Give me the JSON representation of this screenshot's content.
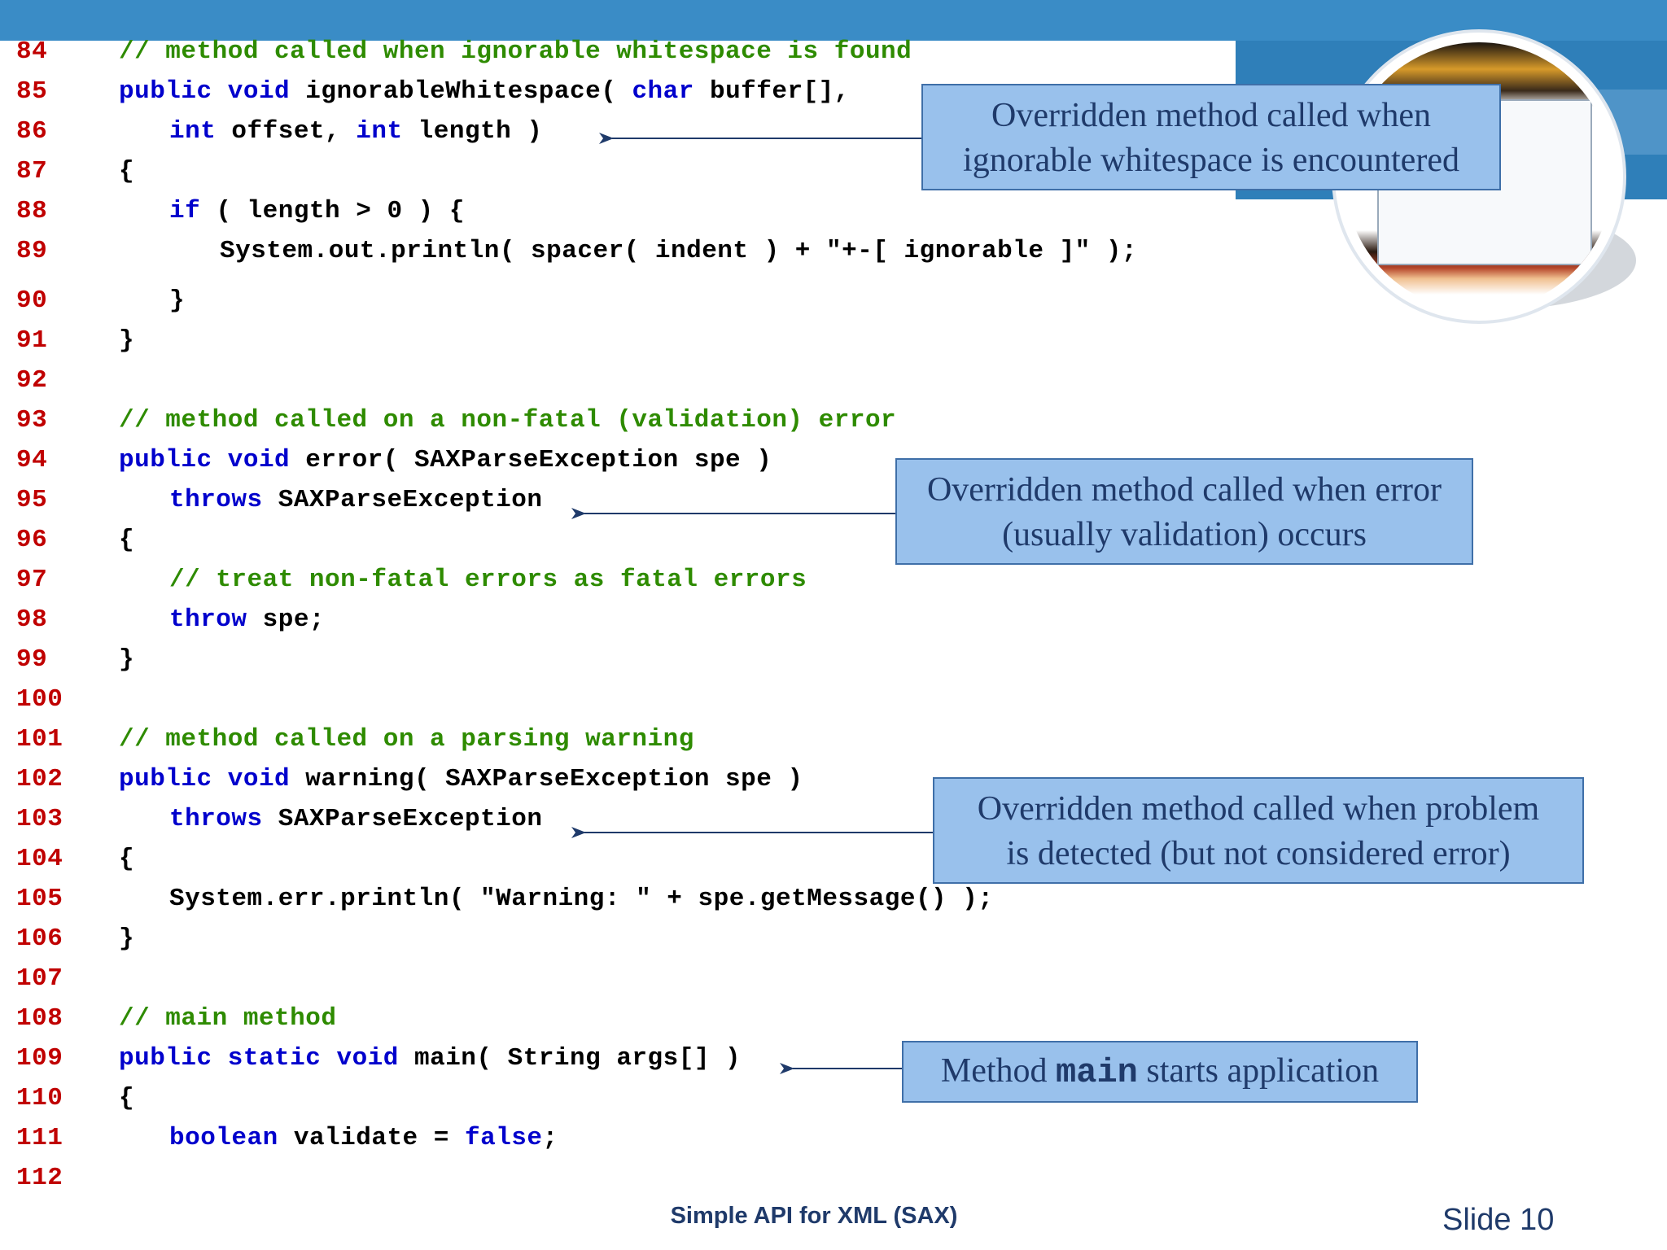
{
  "slide": {
    "footer_title": "Simple API for XML (SAX)",
    "slide_number": "Slide 10"
  },
  "code_lines": [
    {
      "n": "84",
      "indent": 0,
      "tokens": [
        {
          "t": "// method called when ignorable whitespace is found",
          "c": "cm"
        }
      ]
    },
    {
      "n": "85",
      "indent": 0,
      "tokens": [
        {
          "t": "public",
          "c": "kw"
        },
        {
          "t": " ",
          "c": "tx"
        },
        {
          "t": "void",
          "c": "kw"
        },
        {
          "t": " ignorableWhitespace( ",
          "c": "tx"
        },
        {
          "t": "char",
          "c": "kw"
        },
        {
          "t": " buffer[],",
          "c": "tx"
        }
      ]
    },
    {
      "n": "86",
      "indent": 1,
      "tokens": [
        {
          "t": "int",
          "c": "kw"
        },
        {
          "t": " offset, ",
          "c": "tx"
        },
        {
          "t": "int",
          "c": "kw"
        },
        {
          "t": " length )",
          "c": "tx"
        }
      ]
    },
    {
      "n": "87",
      "indent": 0,
      "tokens": [
        {
          "t": "{",
          "c": "tx"
        }
      ]
    },
    {
      "n": "88",
      "indent": 1,
      "tokens": [
        {
          "t": "if",
          "c": "kw"
        },
        {
          "t": " ( length > 0 ) {",
          "c": "tx"
        }
      ]
    },
    {
      "n": "89",
      "indent": 2,
      "tokens": [
        {
          "t": "System.out.println( spacer( indent ) + \"+-[ ignorable ]\" );",
          "c": "tx"
        }
      ]
    },
    {
      "n": "90",
      "indent": 1,
      "tokens": [
        {
          "t": "}",
          "c": "tx"
        }
      ]
    },
    {
      "n": "91",
      "indent": 0,
      "tokens": [
        {
          "t": "}",
          "c": "tx"
        }
      ]
    },
    {
      "n": "92",
      "indent": 0,
      "tokens": []
    },
    {
      "n": "93",
      "indent": 0,
      "tokens": [
        {
          "t": "// method called on a non-fatal (validation) error",
          "c": "cm"
        }
      ]
    },
    {
      "n": "94",
      "indent": 0,
      "tokens": [
        {
          "t": "public",
          "c": "kw"
        },
        {
          "t": " ",
          "c": "tx"
        },
        {
          "t": "void",
          "c": "kw"
        },
        {
          "t": " error( SAXParseException spe )",
          "c": "tx"
        }
      ]
    },
    {
      "n": "95",
      "indent": 1,
      "tokens": [
        {
          "t": "throws",
          "c": "kw"
        },
        {
          "t": " SAXParseException",
          "c": "tx"
        }
      ]
    },
    {
      "n": "96",
      "indent": 0,
      "tokens": [
        {
          "t": "{",
          "c": "tx"
        }
      ]
    },
    {
      "n": "97",
      "indent": 1,
      "tokens": [
        {
          "t": "// treat non-fatal errors as fatal errors",
          "c": "cm"
        }
      ]
    },
    {
      "n": "98",
      "indent": 1,
      "tokens": [
        {
          "t": "throw",
          "c": "kw"
        },
        {
          "t": " spe;",
          "c": "tx"
        }
      ]
    },
    {
      "n": "99",
      "indent": 0,
      "tokens": [
        {
          "t": "}",
          "c": "tx"
        }
      ]
    },
    {
      "n": "100",
      "indent": 0,
      "tokens": []
    },
    {
      "n": "101",
      "indent": 0,
      "tokens": [
        {
          "t": "// method called on a parsing warning",
          "c": "cm"
        }
      ]
    },
    {
      "n": "102",
      "indent": 0,
      "tokens": [
        {
          "t": "public",
          "c": "kw"
        },
        {
          "t": " ",
          "c": "tx"
        },
        {
          "t": "void",
          "c": "kw"
        },
        {
          "t": " warning( SAXParseException spe )",
          "c": "tx"
        }
      ]
    },
    {
      "n": "103",
      "indent": 1,
      "tokens": [
        {
          "t": "throws",
          "c": "kw"
        },
        {
          "t": " SAXParseException",
          "c": "tx"
        }
      ]
    },
    {
      "n": "104",
      "indent": 0,
      "tokens": [
        {
          "t": "{",
          "c": "tx"
        }
      ]
    },
    {
      "n": "105",
      "indent": 1,
      "tokens": [
        {
          "t": "System.err.println( \"Warning: \" + spe.getMessage() );",
          "c": "tx"
        }
      ]
    },
    {
      "n": "106",
      "indent": 0,
      "tokens": [
        {
          "t": "}",
          "c": "tx"
        }
      ]
    },
    {
      "n": "107",
      "indent": 0,
      "tokens": []
    },
    {
      "n": "108",
      "indent": 0,
      "tokens": [
        {
          "t": "// main method",
          "c": "cm"
        }
      ]
    },
    {
      "n": "109",
      "indent": 0,
      "tokens": [
        {
          "t": "public",
          "c": "kw"
        },
        {
          "t": " ",
          "c": "tx"
        },
        {
          "t": "static",
          "c": "kw"
        },
        {
          "t": " ",
          "c": "tx"
        },
        {
          "t": "void",
          "c": "kw"
        },
        {
          "t": " main( String args[] )",
          "c": "tx"
        }
      ]
    },
    {
      "n": "110",
      "indent": 0,
      "tokens": [
        {
          "t": "{",
          "c": "tx"
        }
      ]
    },
    {
      "n": "111",
      "indent": 1,
      "tokens": [
        {
          "t": "boolean",
          "c": "kw"
        },
        {
          "t": " validate = ",
          "c": "tx"
        },
        {
          "t": "false",
          "c": "kw"
        },
        {
          "t": ";",
          "c": "tx"
        }
      ]
    },
    {
      "n": "112",
      "indent": 0,
      "tokens": []
    }
  ],
  "callouts": {
    "whitespace": {
      "line1": "Overridden method called when",
      "line2": "ignorable whitespace is encountered"
    },
    "error": {
      "line1": "Overridden method called when error",
      "line2": "(usually validation) occurs"
    },
    "warning": {
      "line1": "Overridden method called when problem",
      "line2": "is detected (but not considered error)"
    },
    "main": {
      "pre": "Method ",
      "mono": "main",
      "post": " starts application"
    }
  },
  "colors": {
    "keyword": "#0000cc",
    "comment": "#2e8b00",
    "line_number": "#c00000",
    "callout_fill": "#99c1ec",
    "header_bar": "#3a8cc6"
  }
}
